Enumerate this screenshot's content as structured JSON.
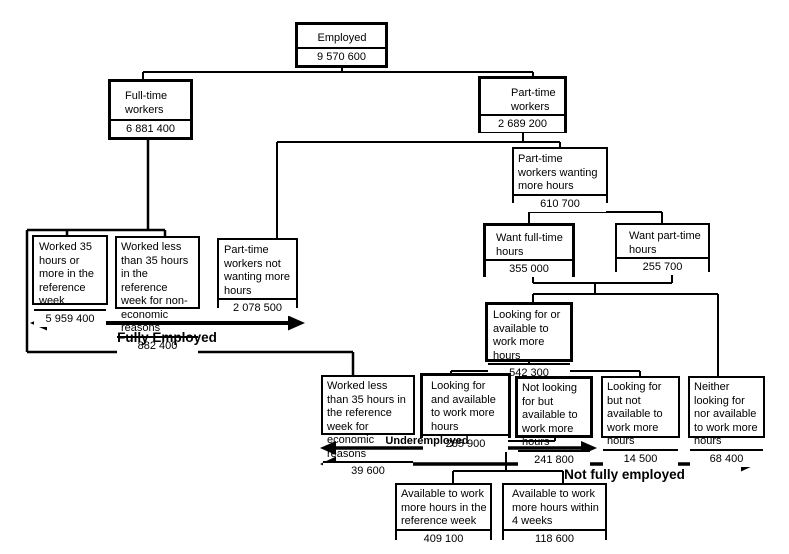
{
  "nodes": [
    {
      "id": "employed",
      "label": "Employed",
      "value": "9 570 600"
    },
    {
      "id": "full-time-workers",
      "label": "Full-time workers",
      "value": "6 881 400"
    },
    {
      "id": "part-time-workers",
      "label": "Part-time workers",
      "value": "2 689 200"
    },
    {
      "id": "pt-wanting-more-hours",
      "label": "Part-time workers wanting more hours",
      "value": "610 700"
    },
    {
      "id": "worked-35-or-more",
      "label": "Worked 35 hours or more in the reference week",
      "value": "5 959 400"
    },
    {
      "id": "worked-less-35-non-economic",
      "label": "Worked less than 35 hours in the reference week for non-economic reasons",
      "value": "882 400"
    },
    {
      "id": "pt-not-wanting-more-hours",
      "label": "Part-time workers not wanting more hours",
      "value": "2 078 500"
    },
    {
      "id": "want-full-time-hours",
      "label": "Want full-time hours",
      "value": "355 000"
    },
    {
      "id": "want-part-time-hours",
      "label": "Want part-time hours",
      "value": "255 700"
    },
    {
      "id": "looking-or-available",
      "label": "Looking for or available to work  more hours",
      "value": "542 300"
    },
    {
      "id": "worked-less-35-economic",
      "label": "Worked less than 35 hours in the reference week for economic reasons",
      "value": "39 600"
    },
    {
      "id": "looking-and-available",
      "label": "Looking for and available  to work more hours",
      "value": "285 900"
    },
    {
      "id": "not-looking-but-available",
      "label": "Not looking for but available to work more hours",
      "value": "241 800"
    },
    {
      "id": "looking-but-not-available",
      "label": "Looking for but not available to work more hours",
      "value": "14 500"
    },
    {
      "id": "neither-looking-nor-available",
      "label": "Neither looking for nor available to work more hours",
      "value": "68 400"
    },
    {
      "id": "available-reference-week",
      "label": "Available to work more hours in the reference week",
      "value": "409 100"
    },
    {
      "id": "available-within-4-weeks",
      "label": "Available to work more hours within 4 weeks",
      "value": "118 600"
    }
  ],
  "spans": {
    "fully_employed": "Fully Employed",
    "underemployed": "Underemployed",
    "not_fully_employed": "Not fully employed"
  },
  "colors": {
    "line": "#000000",
    "background": "#ffffff",
    "text": "#000000"
  }
}
